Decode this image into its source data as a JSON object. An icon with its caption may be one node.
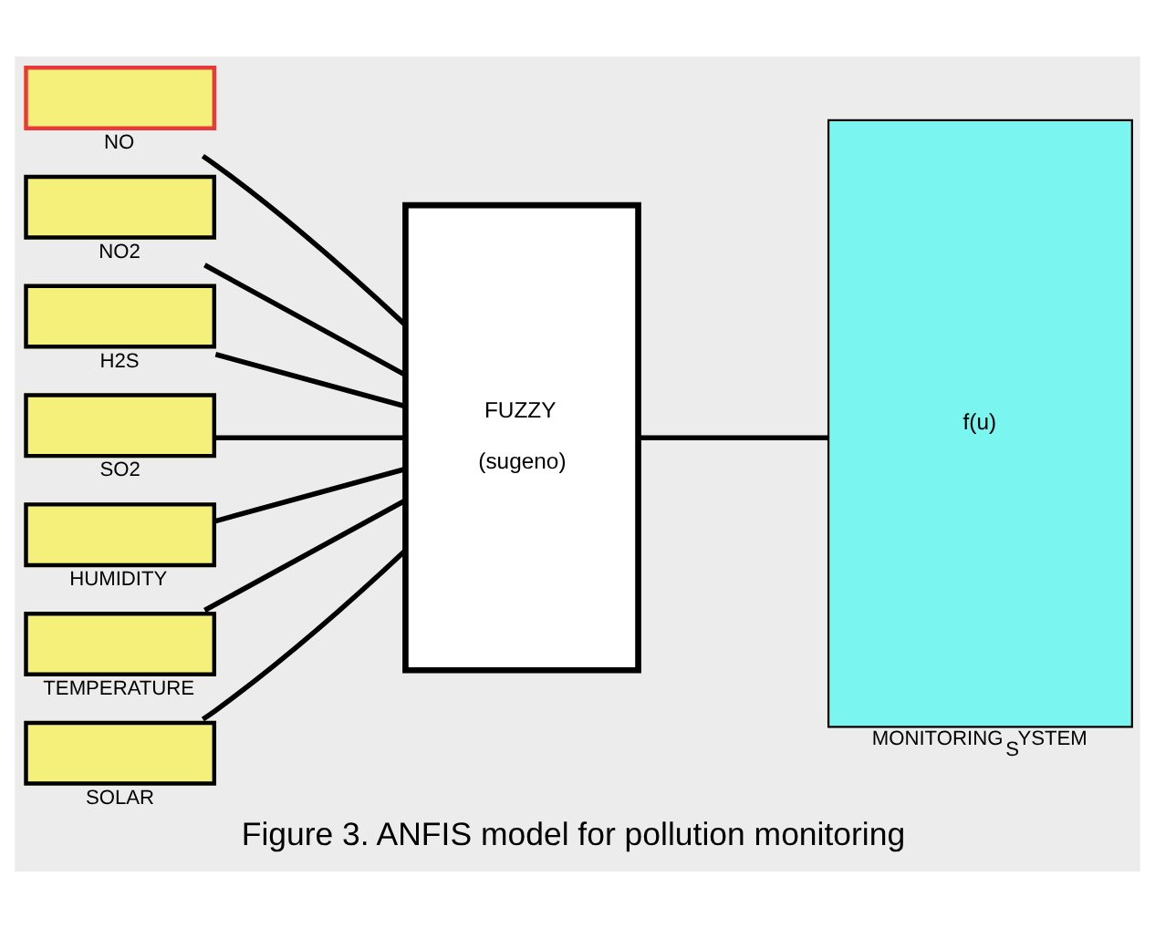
{
  "diagram": {
    "caption": "Figure 3. ANFIS model for pollution monitoring",
    "nodes": [
      {
        "text": [
          "NO"
        ]
      },
      {
        "text": [
          "NO2"
        ]
      },
      {
        "text": [
          "H2S"
        ]
      },
      {
        "text": [
          "SO2"
        ]
      },
      {
        "text": [
          "HUMIDITY"
        ]
      },
      {
        "text": [
          "TEMPERATURE"
        ]
      },
      {
        "text": [
          "SOLAR"
        ]
      },
      {
        "text": [
          "FUZZY",
          "(sugeno)"
        ]
      },
      {
        "text": [
          "f(u)",
          "MONITORING$_{S}$YSTEM"
        ]
      }
    ],
    "edges": [
      {
        "from": 0,
        "to": 7,
        "arrow": "none"
      },
      {
        "from": 1,
        "to": 7,
        "arrow": "none"
      },
      {
        "from": 2,
        "to": 7,
        "arrow": "none"
      },
      {
        "from": 3,
        "to": 7,
        "arrow": "none"
      },
      {
        "from": 4,
        "to": 7,
        "arrow": "none"
      },
      {
        "from": 5,
        "to": 7,
        "arrow": "none"
      },
      {
        "from": 6,
        "to": 7,
        "arrow": "none"
      },
      {
        "from": 7,
        "to": 8,
        "arrow": "none"
      }
    ]
  }
}
